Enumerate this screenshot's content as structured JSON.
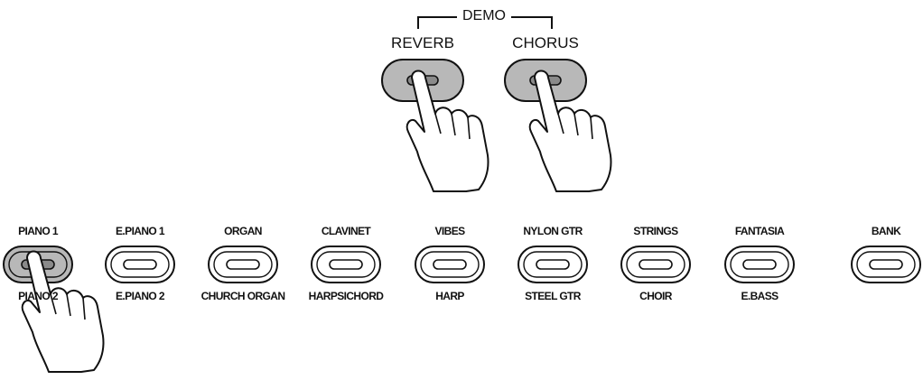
{
  "demo": {
    "label": "DEMO",
    "buttons": [
      {
        "label": "REVERB",
        "pressed": true
      },
      {
        "label": "CHORUS",
        "pressed": true
      }
    ]
  },
  "tones": [
    {
      "upper": "PIANO 1",
      "lower": "PIANO 2",
      "pressed": true
    },
    {
      "upper": "E.PIANO 1",
      "lower": "E.PIANO 2",
      "pressed": false
    },
    {
      "upper": "ORGAN",
      "lower": "CHURCH ORGAN",
      "pressed": false
    },
    {
      "upper": "CLAVINET",
      "lower": "HARPSICHORD",
      "pressed": false
    },
    {
      "upper": "VIBES",
      "lower": "HARP",
      "pressed": false
    },
    {
      "upper": "NYLON GTR",
      "lower": "STEEL GTR",
      "pressed": false
    },
    {
      "upper": "STRINGS",
      "lower": "CHOIR",
      "pressed": false
    },
    {
      "upper": "FANTASIA",
      "lower": "E.BASS",
      "pressed": false
    },
    {
      "upper": "BANK",
      "lower": "",
      "pressed": false
    }
  ],
  "colors": {
    "pressed_fill": "#b8b8b8",
    "outline": "#111111",
    "paper": "#ffffff"
  },
  "icons": [
    "pressing-finger-icon"
  ]
}
